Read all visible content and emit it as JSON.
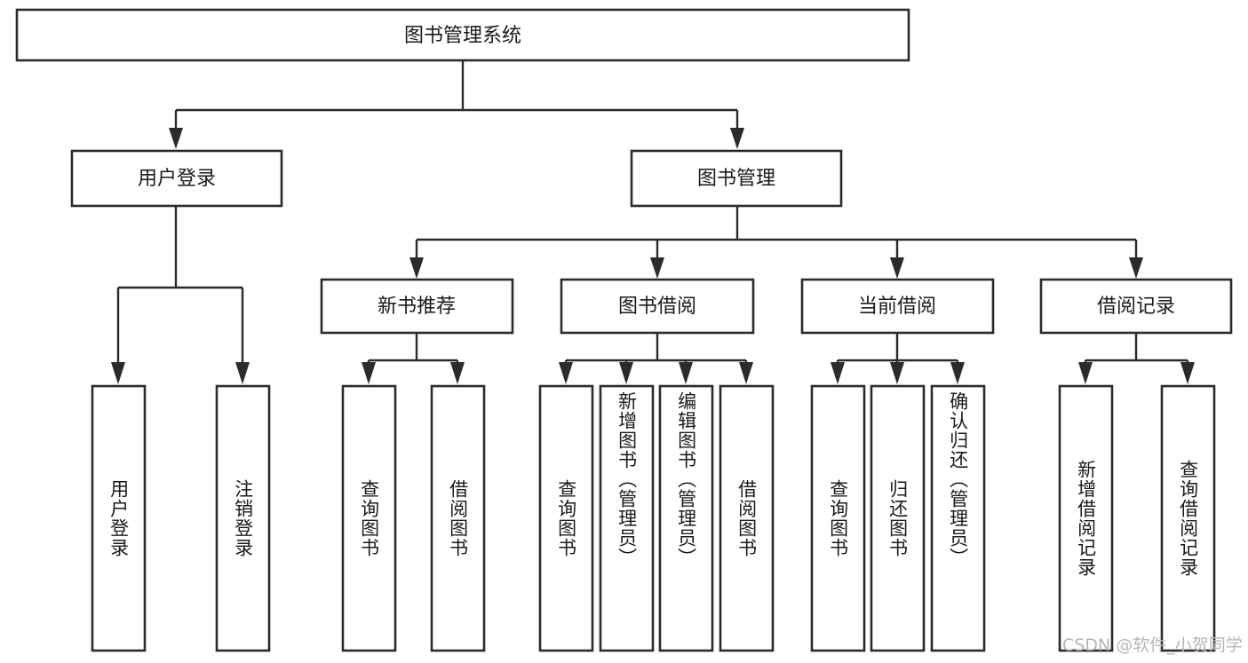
{
  "diagram": {
    "title": "图书管理系统",
    "type": "hierarchy-tree",
    "watermark": "CSDN @软件_小贺同学",
    "colors": {
      "background": "#ffffff",
      "box_stroke": "#2b2b2b",
      "box_fill": "#ffffff",
      "text": "#1a1a1a",
      "watermark": "#b7b7b7"
    },
    "levels": {
      "level1": [
        {
          "id": "root",
          "label": "图书管理系统"
        }
      ],
      "level2": [
        {
          "id": "login",
          "label": "用户登录"
        },
        {
          "id": "bookmgmt",
          "label": "图书管理"
        }
      ],
      "level3": [
        {
          "id": "newbook",
          "label": "新书推荐"
        },
        {
          "id": "borrow",
          "label": "图书借阅"
        },
        {
          "id": "current",
          "label": "当前借阅"
        },
        {
          "id": "record",
          "label": "借阅记录"
        }
      ],
      "level4": [
        {
          "id": "leaf-1",
          "label": "用户登录",
          "parent": "login"
        },
        {
          "id": "leaf-2",
          "label": "注销登录",
          "parent": "login"
        },
        {
          "id": "leaf-3",
          "label": "查询图书",
          "parent": "newbook"
        },
        {
          "id": "leaf-4",
          "label": "借阅图书",
          "parent": "newbook"
        },
        {
          "id": "leaf-5",
          "label": "查询图书",
          "parent": "borrow"
        },
        {
          "id": "leaf-6",
          "label": "新增图书（管理员）",
          "parent": "borrow"
        },
        {
          "id": "leaf-7",
          "label": "编辑图书（管理员）",
          "parent": "borrow"
        },
        {
          "id": "leaf-8",
          "label": "借阅图书",
          "parent": "borrow"
        },
        {
          "id": "leaf-9",
          "label": "查询图书",
          "parent": "current"
        },
        {
          "id": "leaf-10",
          "label": "归还图书",
          "parent": "current"
        },
        {
          "id": "leaf-11",
          "label": "确认归还（管理员）",
          "parent": "current"
        },
        {
          "id": "leaf-12",
          "label": "新增借阅记录",
          "parent": "record"
        },
        {
          "id": "leaf-13",
          "label": "查询借阅记录",
          "parent": "record"
        }
      ]
    }
  }
}
